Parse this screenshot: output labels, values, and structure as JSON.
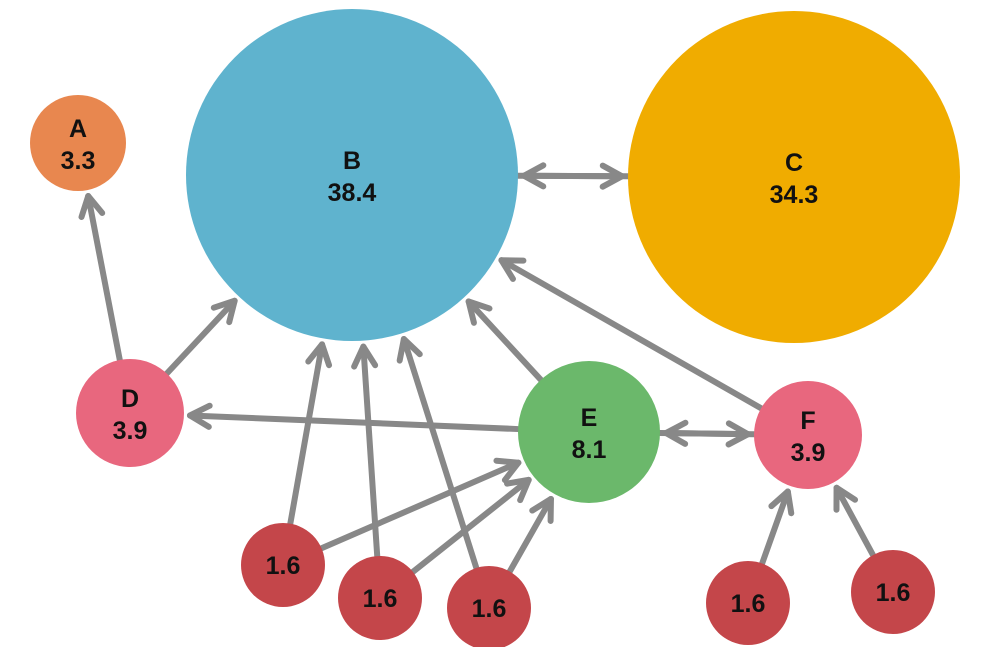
{
  "colors": {
    "edge": "#888888",
    "text": "#111111"
  },
  "nodes": [
    {
      "id": "A",
      "label": "A",
      "value": "3.3",
      "color": "#E8874F"
    },
    {
      "id": "B",
      "label": "B",
      "value": "38.4",
      "color": "#5FB3CE"
    },
    {
      "id": "C",
      "label": "C",
      "value": "34.3",
      "color": "#F0AC00"
    },
    {
      "id": "D",
      "label": "D",
      "value": "3.9",
      "color": "#E8677E"
    },
    {
      "id": "E",
      "label": "E",
      "value": "8.1",
      "color": "#6BB86B"
    },
    {
      "id": "F",
      "label": "F",
      "value": "3.9",
      "color": "#E8677E"
    },
    {
      "id": "G1",
      "label": "",
      "value": "1.6",
      "color": "#C4464A"
    },
    {
      "id": "G2",
      "label": "",
      "value": "1.6",
      "color": "#C4464A"
    },
    {
      "id": "G3",
      "label": "",
      "value": "1.6",
      "color": "#C4464A"
    },
    {
      "id": "G4",
      "label": "",
      "value": "1.6",
      "color": "#C4464A"
    },
    {
      "id": "G5",
      "label": "",
      "value": "1.6",
      "color": "#C4464A"
    }
  ],
  "edges": [
    {
      "from": "B",
      "to": "C"
    },
    {
      "from": "C",
      "to": "B"
    },
    {
      "from": "D",
      "to": "A"
    },
    {
      "from": "D",
      "to": "B"
    },
    {
      "from": "E",
      "to": "B"
    },
    {
      "from": "E",
      "to": "D"
    },
    {
      "from": "E",
      "to": "F"
    },
    {
      "from": "F",
      "to": "E"
    },
    {
      "from": "F",
      "to": "B"
    },
    {
      "from": "G1",
      "to": "B"
    },
    {
      "from": "G1",
      "to": "E"
    },
    {
      "from": "G2",
      "to": "B"
    },
    {
      "from": "G2",
      "to": "E"
    },
    {
      "from": "G3",
      "to": "B"
    },
    {
      "from": "G3",
      "to": "E"
    },
    {
      "from": "G4",
      "to": "F"
    },
    {
      "from": "G5",
      "to": "F"
    }
  ]
}
